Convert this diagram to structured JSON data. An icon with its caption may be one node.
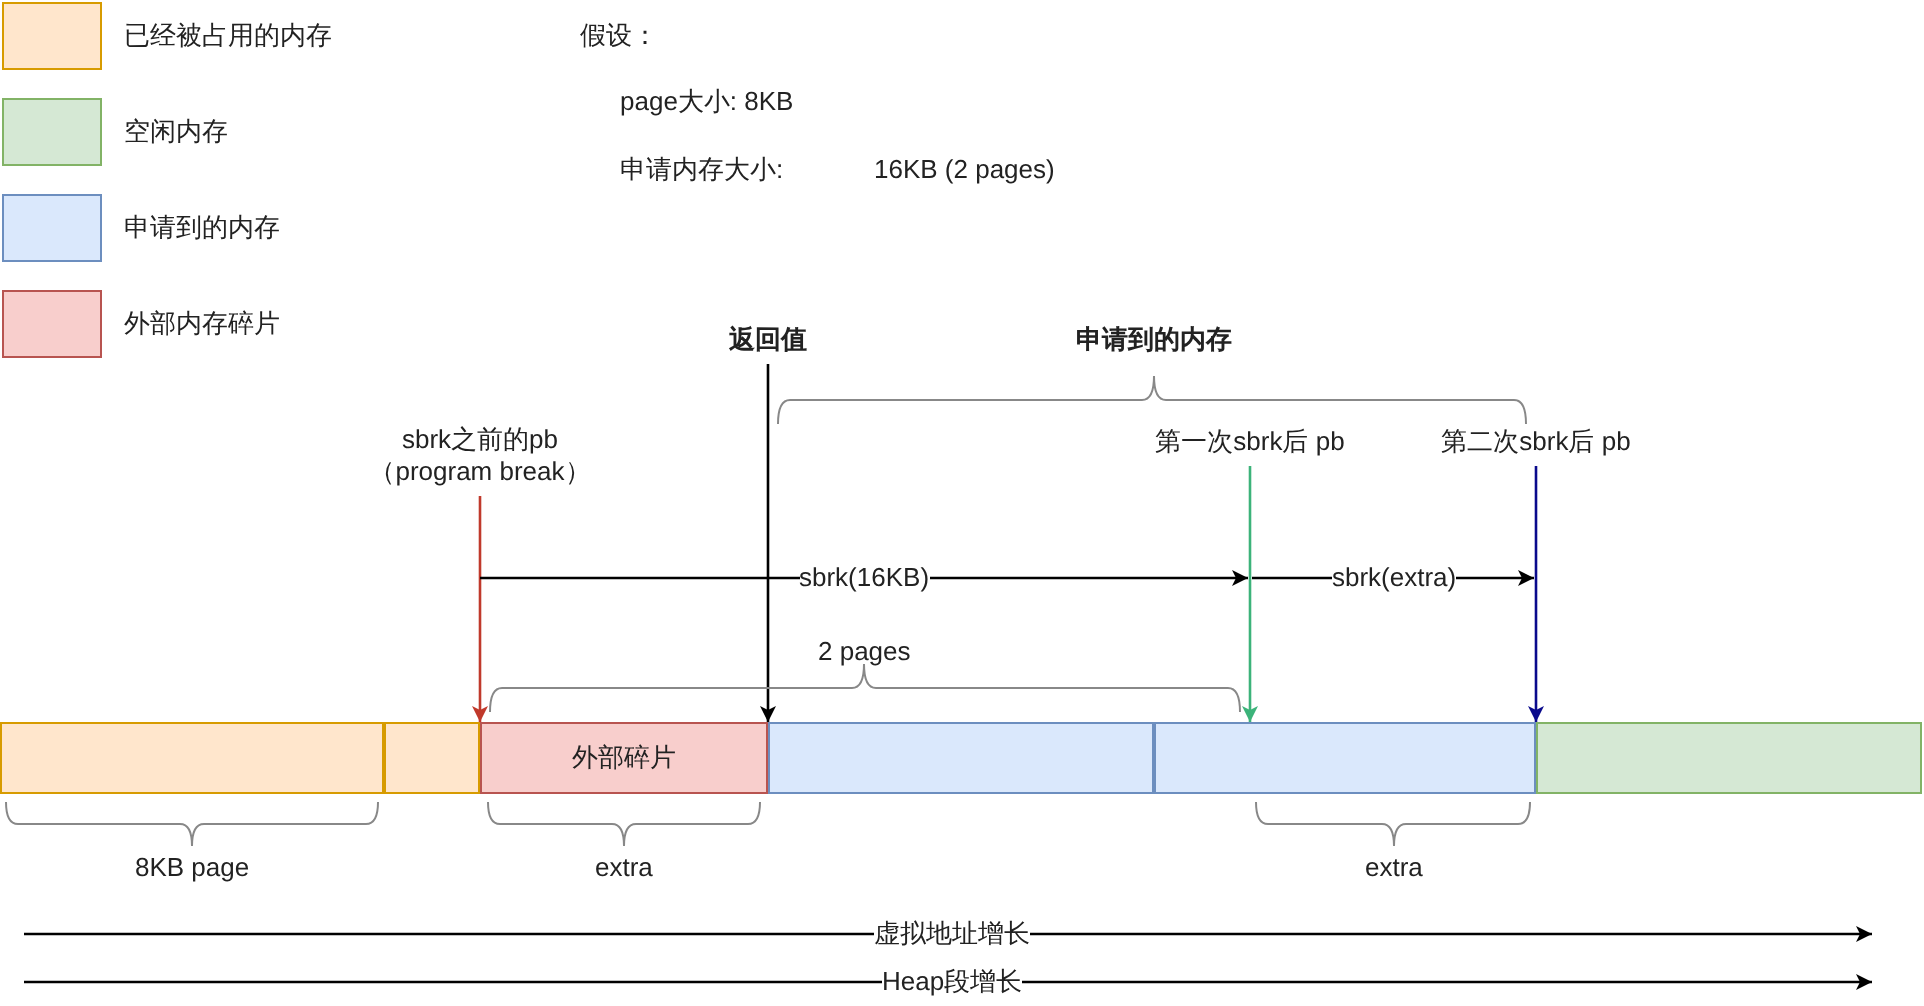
{
  "diagram": {
    "nodes": [
      {
        "text": [],
        "shape": "box"
      },
      {
        "text": [],
        "shape": "box"
      },
      {
        "text": [
          "外部碎片"
        ]
      },
      {
        "text": [],
        "shape": "box"
      },
      {
        "text": [],
        "shape": "box"
      },
      {
        "text": [],
        "shape": "box"
      },
      {
        "text": [
          "sbrk之前的pb （program break）"
        ]
      },
      {
        "text": [
          "返回值"
        ]
      },
      {
        "text": [
          "第一次sbrk后 pb"
        ]
      },
      {
        "text": [
          "第二次sbrk后 pb"
        ]
      }
    ],
    "edges": [
      {
        "from": 6,
        "to": 2,
        "arrow": "to",
        "color": "#c0392b"
      },
      {
        "from": 7,
        "to": 3,
        "arrow": "to",
        "color": "#000000"
      },
      {
        "from": 8,
        "to": 4,
        "arrow": "to",
        "color": "#3cb37a"
      },
      {
        "from": 9,
        "to": 5,
        "arrow": "to",
        "color": "#0a0a8c"
      }
    ],
    "labels": [
      "假设：",
      "page大小: 8KB",
      "申请内存大小:",
      "16KB (2 pages)",
      "申请到的内存",
      "sbrk(16KB)",
      "sbrk(extra)",
      "2 pages",
      "8KB page",
      "extra",
      "extra",
      "虚拟地址增长",
      "Heap段增长"
    ],
    "legend": [
      {
        "text": "已经被占用的内存",
        "color": "#ffe6cc"
      },
      {
        "text": "空闲内存",
        "color": "#d5e8d4"
      },
      {
        "text": "申请到的内存",
        "color": "#dae8fc"
      },
      {
        "text": "外部内存碎片",
        "color": "#f8cecc"
      }
    ]
  }
}
